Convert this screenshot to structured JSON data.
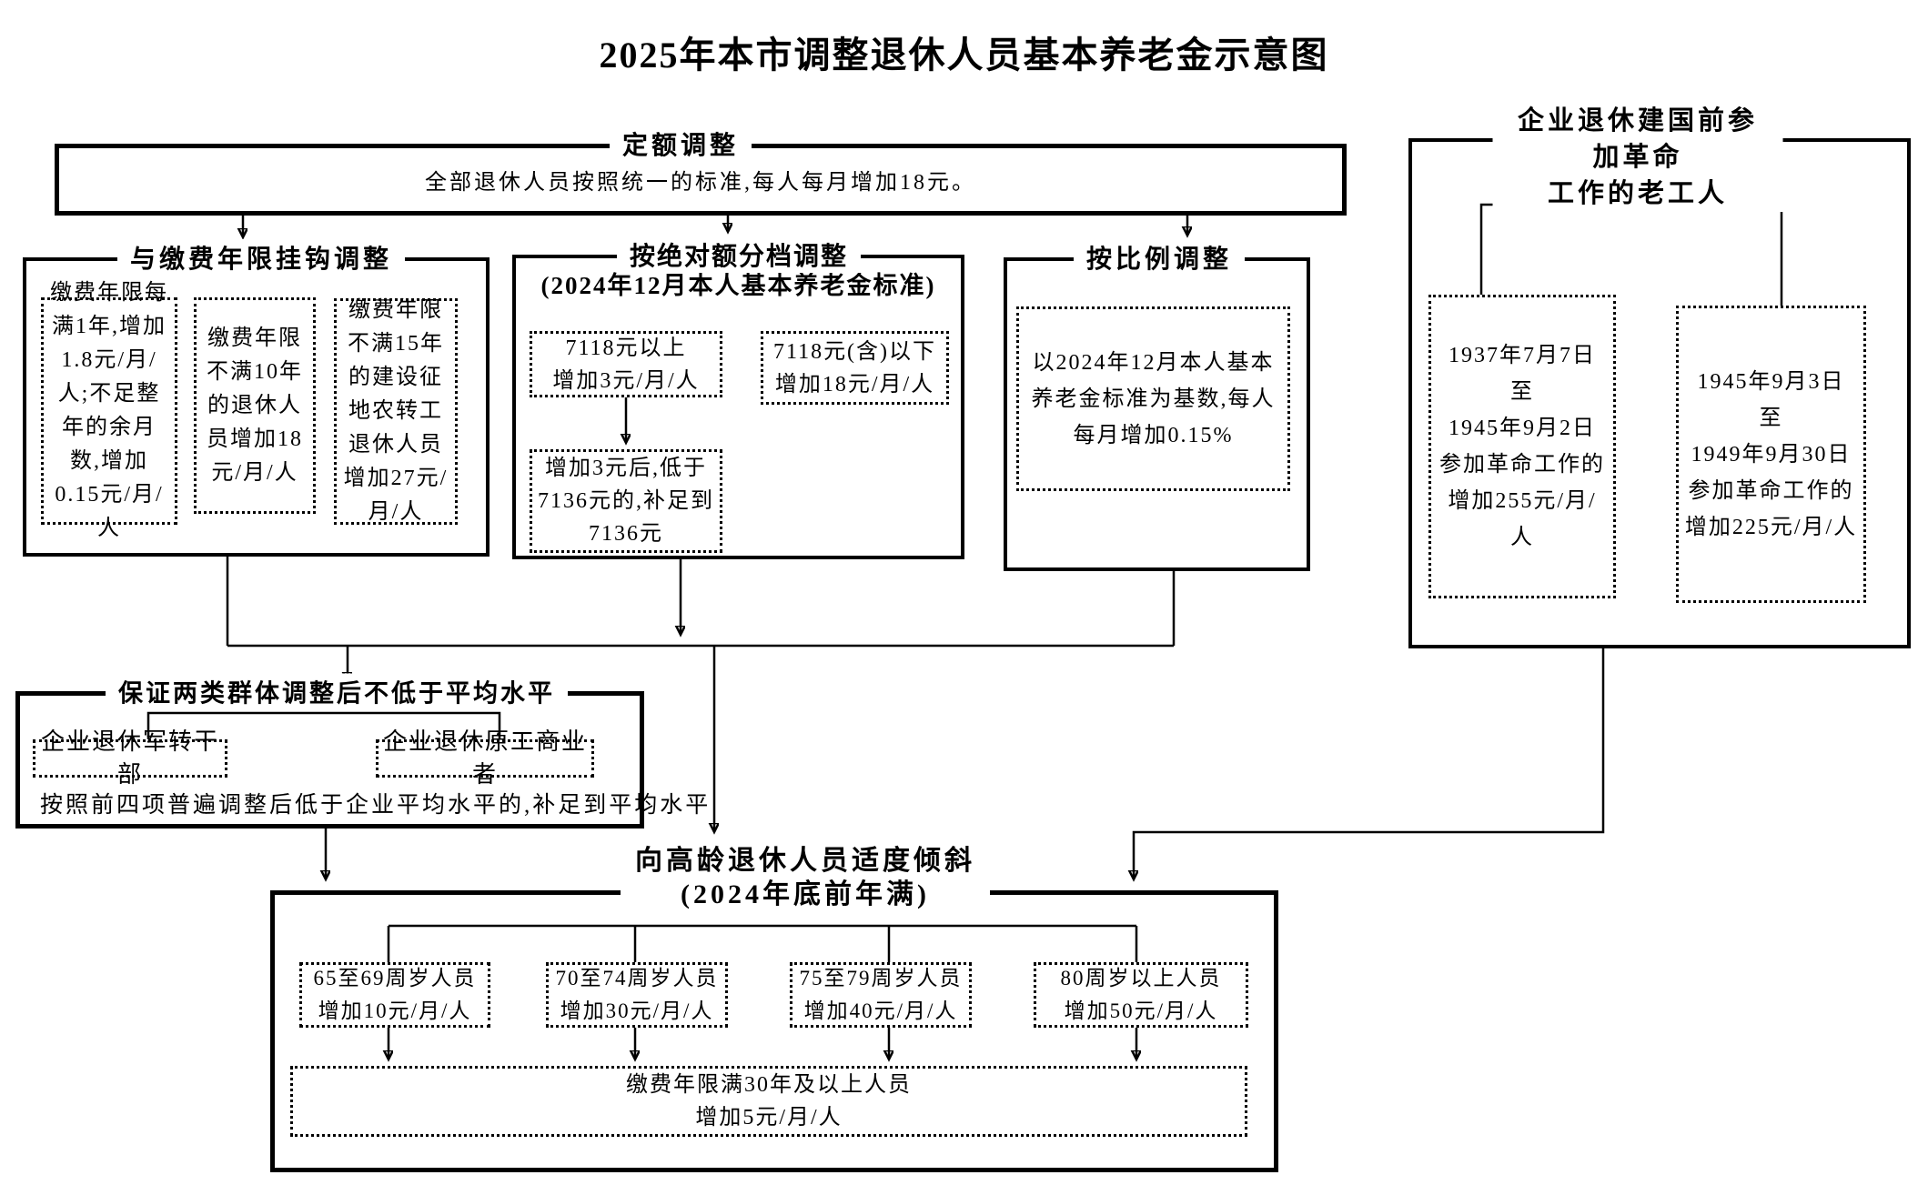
{
  "page": {
    "title": "2025年本市调整退休人员基本养老金示意图"
  },
  "fixed_adjustment": {
    "title": "定额调整",
    "body": "全部退休人员按照统一的标准,每人每月增加18元。"
  },
  "years_linked": {
    "title": "与缴费年限挂钩调整",
    "per_year": "缴费年限每满1年,增加1.8元/月/人;不足整年的余月数,增加0.15元/月/人",
    "under_10": "缴费年限不满10年的退休人员增加18元/月/人",
    "under_15": [
      "缴费年限不满15年的建设征地农转工退休人员",
      "增加27元/月/人"
    ]
  },
  "absolute_tier": {
    "title": "按绝对额分档调整",
    "subtitle": "(2024年12月本人基本养老金标准)",
    "above_7118": [
      "7118元以上",
      "增加3元/月/人"
    ],
    "below_7118": [
      "7118元(含)以下",
      "增加18元/月/人"
    ],
    "topup_7136": [
      "增加3元后,低于",
      "7136元的,补足到",
      "7136元"
    ]
  },
  "proportional": {
    "title": "按比例调整",
    "rule": "以2024年12月本人基本养老金标准为基数,每人每月增加0.15%"
  },
  "veterans": {
    "title": [
      "企业退休建国前参加革命",
      "工作的老工人"
    ],
    "group_1937": [
      "1937年7月7日",
      "至",
      "1945年9月2日",
      "参加革命工作的",
      "增加255元/月/人"
    ],
    "group_1945": [
      "1945年9月3日",
      "至",
      "1949年9月30日",
      "参加革命工作的",
      "增加225元/月/人"
    ]
  },
  "guarantee": {
    "title": "保证两类群体调整后不低于平均水平",
    "army_cadres": "企业退休军转干部",
    "former_business": "企业退休原工商业者",
    "note": "按照前四项普遍调整后低于企业平均水平的,补足到平均水平"
  },
  "elderly": {
    "title": [
      "向高龄退休人员适度倾斜",
      "(2024年底前年满)"
    ],
    "age_65_69": [
      "65至69周岁人员",
      "增加10元/月/人"
    ],
    "age_70_74": [
      "70至74周岁人员",
      "增加30元/月/人"
    ],
    "age_75_79": [
      "75至79周岁人员",
      "增加40元/月/人"
    ],
    "age_80_plus": [
      "80周岁以上人员",
      "增加50元/月/人"
    ],
    "service_30_years": [
      "缴费年限满30年及以上人员",
      "增加5元/月/人"
    ]
  }
}
